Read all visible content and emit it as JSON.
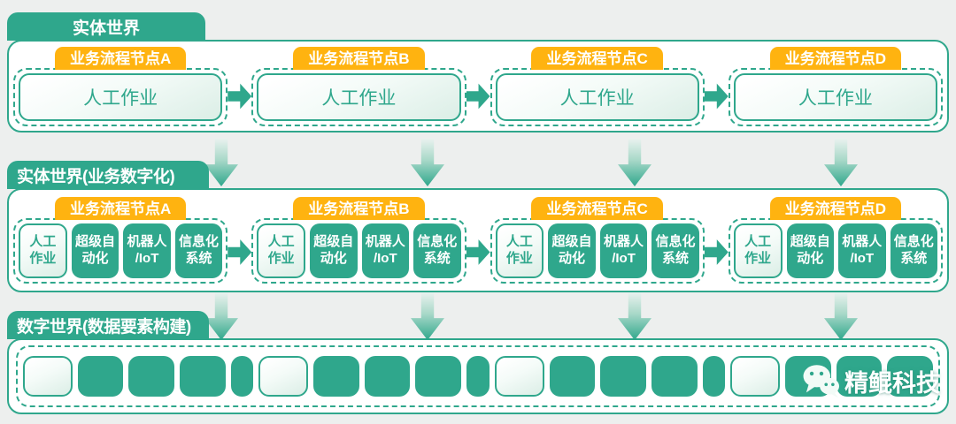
{
  "colors": {
    "teal": "#2FA78C",
    "orange": "#FFB310",
    "background": "#EDEFEE",
    "container_fill": "#FFFFFF",
    "light_box_fill": "#E6F3EE",
    "label_text": "#FFFFFF",
    "teal_text": "#2FA78C"
  },
  "layer1": {
    "title": "实体世界",
    "nodes": [
      {
        "label": "业务流程节点A",
        "content": "人工作业"
      },
      {
        "label": "业务流程节点B",
        "content": "人工作业"
      },
      {
        "label": "业务流程节点C",
        "content": "人工作业"
      },
      {
        "label": "业务流程节点D",
        "content": "人工作业"
      }
    ]
  },
  "layer2": {
    "title": "实体世界(业务数字化)",
    "nodes": [
      {
        "label": "业务流程节点A",
        "boxes": [
          "人工\n作业",
          "超级自\n动化",
          "机器人\n/IoT",
          "信息化\n系统"
        ]
      },
      {
        "label": "业务流程节点B",
        "boxes": [
          "人工\n作业",
          "超级自\n动化",
          "机器人\n/IoT",
          "信息化\n系统"
        ]
      },
      {
        "label": "业务流程节点C",
        "boxes": [
          "人工\n作业",
          "超级自\n动化",
          "机器人\n/IoT",
          "信息化\n系统"
        ]
      },
      {
        "label": "业务流程节点D",
        "boxes": [
          "人工\n作业",
          "超级自\n动化",
          "机器人\n/IoT",
          "信息化\n系统"
        ]
      }
    ]
  },
  "layer3": {
    "title": "数字世界(数据要素构建)",
    "squares": [
      {
        "tone": "light",
        "size": "regular"
      },
      {
        "tone": "teal",
        "size": "regular"
      },
      {
        "tone": "teal",
        "size": "regular"
      },
      {
        "tone": "teal",
        "size": "regular"
      },
      {
        "tone": "teal",
        "size": "narrow"
      },
      {
        "tone": "light",
        "size": "regular"
      },
      {
        "tone": "teal",
        "size": "regular"
      },
      {
        "tone": "teal",
        "size": "regular"
      },
      {
        "tone": "teal",
        "size": "regular"
      },
      {
        "tone": "teal",
        "size": "narrow"
      },
      {
        "tone": "light",
        "size": "regular"
      },
      {
        "tone": "teal",
        "size": "regular"
      },
      {
        "tone": "teal",
        "size": "regular"
      },
      {
        "tone": "teal",
        "size": "regular"
      },
      {
        "tone": "teal",
        "size": "narrow"
      },
      {
        "tone": "light",
        "size": "regular"
      },
      {
        "tone": "teal",
        "size": "regular"
      },
      {
        "tone": "teal",
        "size": "regular"
      },
      {
        "tone": "teal",
        "size": "regular"
      }
    ]
  },
  "watermark": {
    "brand": "精鲲科技",
    "icon": "wechat-icon"
  }
}
